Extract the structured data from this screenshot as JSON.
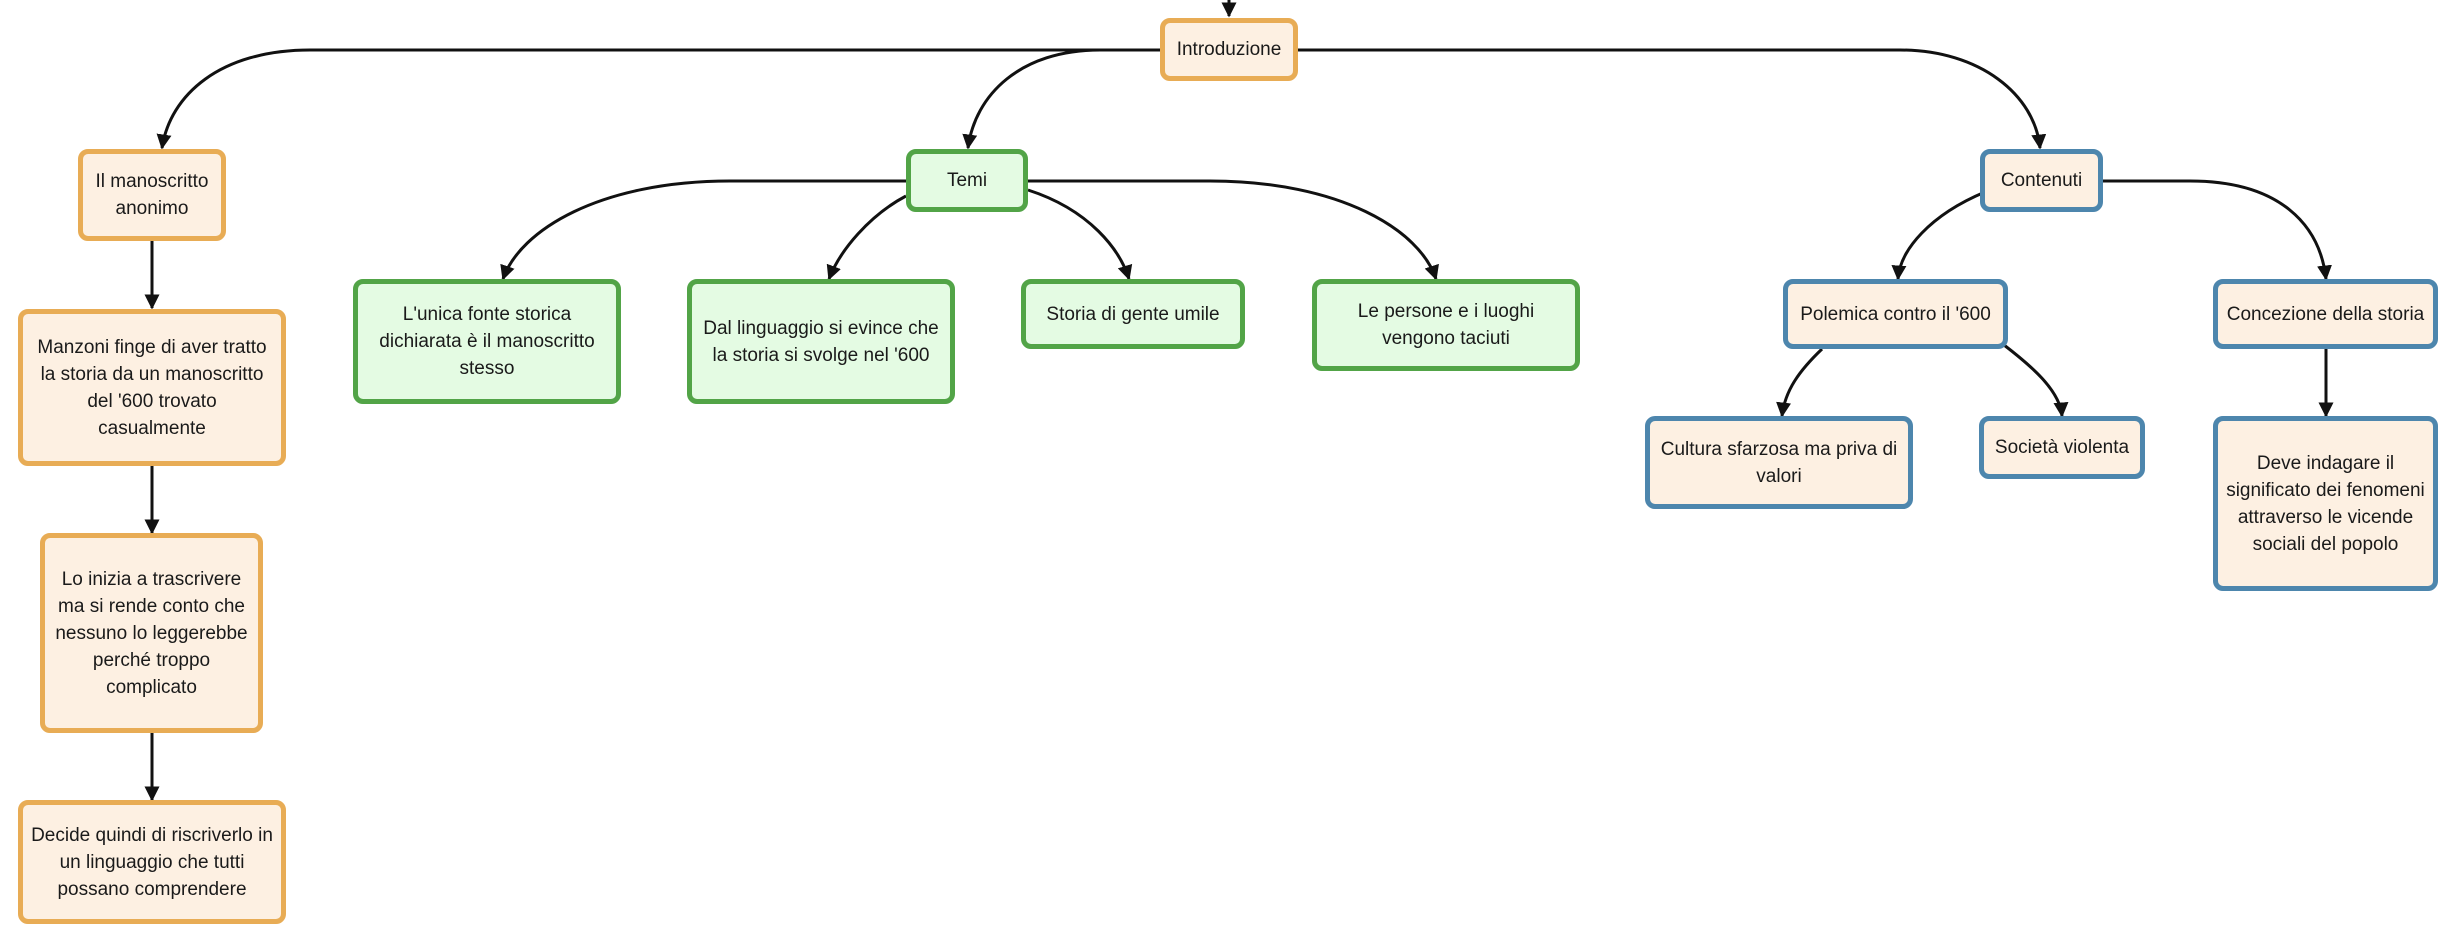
{
  "colors": {
    "orange_border": "#e8ac55",
    "orange_fill": "#fdf0e2",
    "green_border": "#52a447",
    "green_fill": "#e4fbe3",
    "blue_border": "#4d86ad",
    "blue_fill": "#fdf0e2",
    "edge": "#111111"
  },
  "nodes": {
    "introduzione": "Introduzione",
    "manoscritto": "Il manoscritto anonimo",
    "manzoni": "Manzoni finge di aver tratto la storia da un manoscritto del '600 trovato casualmente",
    "trascrivere": "Lo inizia a trascrivere ma si rende conto che nessuno lo leggerebbe perché troppo complicato",
    "riscriverlo": "Decide quindi di riscriverlo in un linguaggio che tutti possano comprendere",
    "temi": "Temi",
    "fonte": "L'unica fonte storica dichiarata è il manoscritto stesso",
    "linguaggio": "Dal linguaggio si evince che la storia si svolge nel '600",
    "gente_umile": "Storia di gente umile",
    "persone": "Le persone e i luoghi vengono taciuti",
    "contenuti": "Contenuti",
    "polemica": "Polemica contro il '600",
    "cultura": "Cultura sfarzosa ma priva di valori",
    "societa": "Società violenta",
    "concezione": "Concezione della storia",
    "indagare": "Deve indagare il significato dei fenomeni attraverso le vicende sociali del popolo"
  }
}
